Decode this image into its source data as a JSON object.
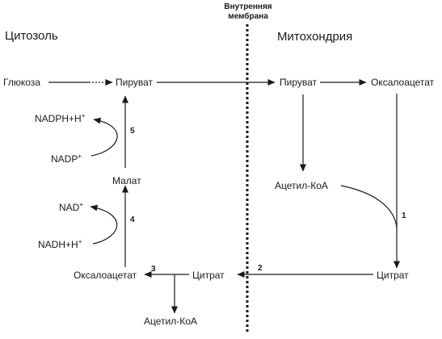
{
  "regions": {
    "cytosol": "Цитозоль",
    "mitochondria": "Митохондрия",
    "membrane": "Внутренняя мембрана"
  },
  "metabolites": {
    "glucose": "Глюкоза",
    "pyruvate_cyt": "Пируват",
    "pyruvate_mit": "Пируват",
    "oxaloacetate_mit": "Оксалоацетат",
    "acetyl_coa_mit": "Ацетил-КоА",
    "citrate_mit": "Цитрат",
    "citrate_cyt": "Цитрат",
    "oxaloacetate_cyt": "Оксалоацетат",
    "acetyl_coa_cyt": "Ацетил-КоА",
    "malate": "Малат"
  },
  "cofactors": {
    "nadph_h": "NADPH+H",
    "nadp": "NADP",
    "nad": "NAD",
    "nadh_h": "NADH+H",
    "plus": "+"
  },
  "steps": {
    "s1": "1",
    "s2": "2",
    "s3": "3",
    "s4": "4",
    "s5": "5"
  }
}
